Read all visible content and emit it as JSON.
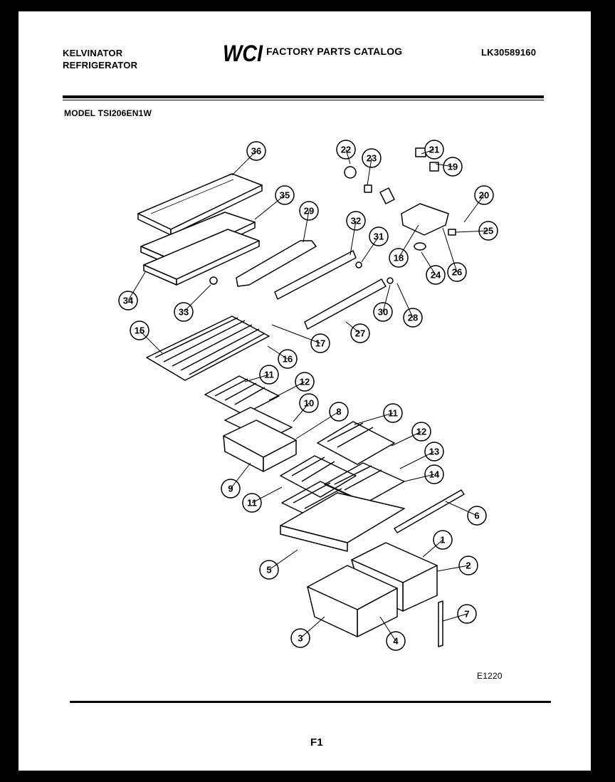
{
  "header": {
    "brand_line1": "KELVINATOR",
    "brand_line2": "REFRIGERATOR",
    "logo_text": "WCI",
    "catalog_title": "FACTORY PARTS CATALOG",
    "catalog_number": "LK30589160"
  },
  "model_line": "MODEL TSI206EN1W",
  "diagram_code": "E1220",
  "page_label": "F1",
  "callouts": [
    "36",
    "35",
    "29",
    "34",
    "33",
    "22",
    "23",
    "21",
    "19",
    "20",
    "25",
    "32",
    "31",
    "18",
    "24",
    "26",
    "30",
    "28",
    "27",
    "15",
    "17",
    "16",
    "11",
    "12",
    "10",
    "8",
    "9",
    "11",
    "12",
    "13",
    "14",
    "11",
    "6",
    "1",
    "2",
    "5",
    "3",
    "4",
    "7"
  ]
}
